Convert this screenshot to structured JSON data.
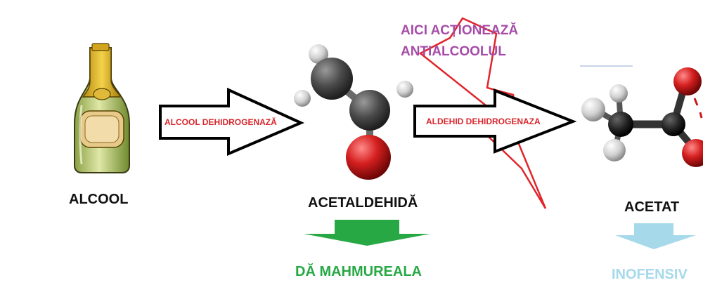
{
  "compounds": {
    "alcohol": "ALCOOL",
    "acetaldehyde": "ACETALDEHIDĂ",
    "acetate": "ACETAT"
  },
  "enzymes": {
    "alcohol_dehydrogenase": "ALCOOL DEHIDROGENAZĂ",
    "aldehyde_dehydrogenase": "ALDEHID DEHIDROGENAZA"
  },
  "effects": {
    "hangover": "DĂ MAHMUREALA",
    "harmless": "INOFENSIV"
  },
  "warning": {
    "line1": "AICI ACȚIONEAZĂ",
    "line2": "ANTIALCOOLUL"
  },
  "colors": {
    "enzyme_text": "#d8262c",
    "warning_text": "#a64ca8",
    "hangover": "#27a844",
    "harmless": "#a6d9ea",
    "lightning": "#e0252b",
    "carbon": "#4a4a4a",
    "oxygen": "#d51f1f",
    "hydrogen": "#d9d9d9"
  },
  "icons": {
    "bottle": "champagne-bottle-icon",
    "acetaldehyde_model": "acetaldehyde-molecule-model",
    "acetate_model": "acetate-molecule-model",
    "lightning": "lightning-bolt-icon"
  }
}
